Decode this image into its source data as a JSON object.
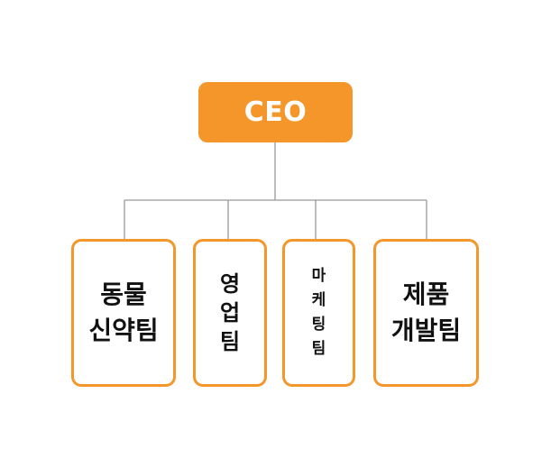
{
  "diagram": {
    "ceo": {
      "label": "CEO"
    },
    "teams": [
      {
        "label": "동물\n신약팀"
      },
      {
        "label": "영\n업\n팀"
      },
      {
        "label": "마\n케\n팅\n팀"
      },
      {
        "label": "제품\n개발팀"
      }
    ]
  },
  "colors": {
    "accent": "#f5962a",
    "connector": "#999999",
    "text": "#111111",
    "ceo_text": "#ffffff"
  }
}
